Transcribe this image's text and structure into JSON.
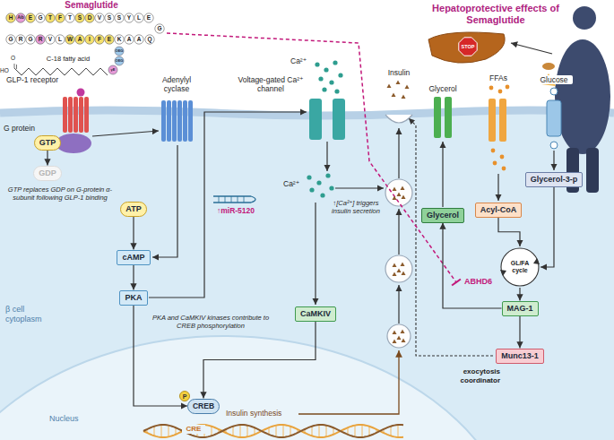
{
  "diagram": {
    "nodes": [
      {
        "text": [
          "β cell cytoplasm"
        ]
      },
      {
        "text": [
          "GTP"
        ],
        "in": 0
      },
      {
        "text": [
          "GDP"
        ],
        "in": 0
      },
      {
        "text": [
          "ATP"
        ],
        "in": 0
      },
      {
        "text": [
          "cAMP"
        ],
        "in": 0
      },
      {
        "text": [
          "PKA"
        ],
        "in": 0
      },
      {
        "text": [
          "CaMKIV"
        ],
        "in": 0
      },
      {
        "text": [
          "Glycerol-3-p"
        ],
        "in": 0
      },
      {
        "text": [
          "Acyl-CoA"
        ],
        "in": 0
      },
      {
        "text": [
          "Glycerol"
        ],
        "in": 0
      },
      {
        "text": [
          "GL/FA cycle"
        ],
        "in": 0
      },
      {
        "text": [
          "MAG-1"
        ],
        "in": 0
      },
      {
        "text": [
          "Munc13-1"
        ],
        "in": 0
      },
      {
        "text": [
          "Nucleus"
        ],
        "in": 0
      },
      {
        "text": [
          "P"
        ],
        "in": 13
      },
      {
        "text": [
          "CREB"
        ],
        "in": 13
      }
    ],
    "edges": [
      {
        "from": 1,
        "to": 2,
        "arrow": "to"
      },
      {
        "from": 3,
        "to": 4,
        "arrow": "to"
      },
      {
        "from": 4,
        "to": 5,
        "arrow": "to"
      },
      {
        "from": 5,
        "to": 15,
        "arrow": "to"
      },
      {
        "from": 6,
        "to": 15,
        "arrow": "to"
      },
      {
        "from": 7,
        "to": 10,
        "arrow": "to"
      },
      {
        "from": 8,
        "to": 10,
        "arrow": "to"
      },
      {
        "from": 10,
        "to": 11,
        "arrow": "to"
      },
      {
        "from": 11,
        "to": 12,
        "arrow": "to"
      },
      {
        "from": 11,
        "to": 9,
        "arrow": "to"
      }
    ],
    "labels": [
      "Semaglutide",
      "H",
      "Aib",
      "E",
      "G",
      "T",
      "F",
      "T",
      "S",
      "D",
      "V",
      "S",
      "S",
      "Y",
      "L",
      "E",
      "G",
      "Q",
      "G",
      "R",
      "G",
      "R",
      "V",
      "L",
      "W",
      "A",
      "I",
      "F",
      "E",
      "K",
      "A",
      "A",
      "OEG",
      "OEG",
      "γE",
      "O",
      "HO",
      "C-18 fatty acid",
      "Hepatoprotective effects of Semaglutide",
      "STOP",
      "GLP-1 receptor",
      "G protein",
      "GTP replaces GDP on G-protein α-subunit following GLP-1 binding",
      "Adenylyl cyclase",
      "Voltage-gated Ca²⁺ channel",
      "Ca²⁺",
      "Insulin",
      "Glycerol",
      "FFAs",
      "Glucose",
      "Ca²⁺",
      "↑[Ca²⁺] triggers insulin secretion",
      "↑miR-5120",
      "PKA and CaMKIV kinases contribute to CREB phosphorylation",
      "ABHD6",
      "exocytosis coordinator",
      "Insulin synthesis",
      "CRE"
    ]
  }
}
